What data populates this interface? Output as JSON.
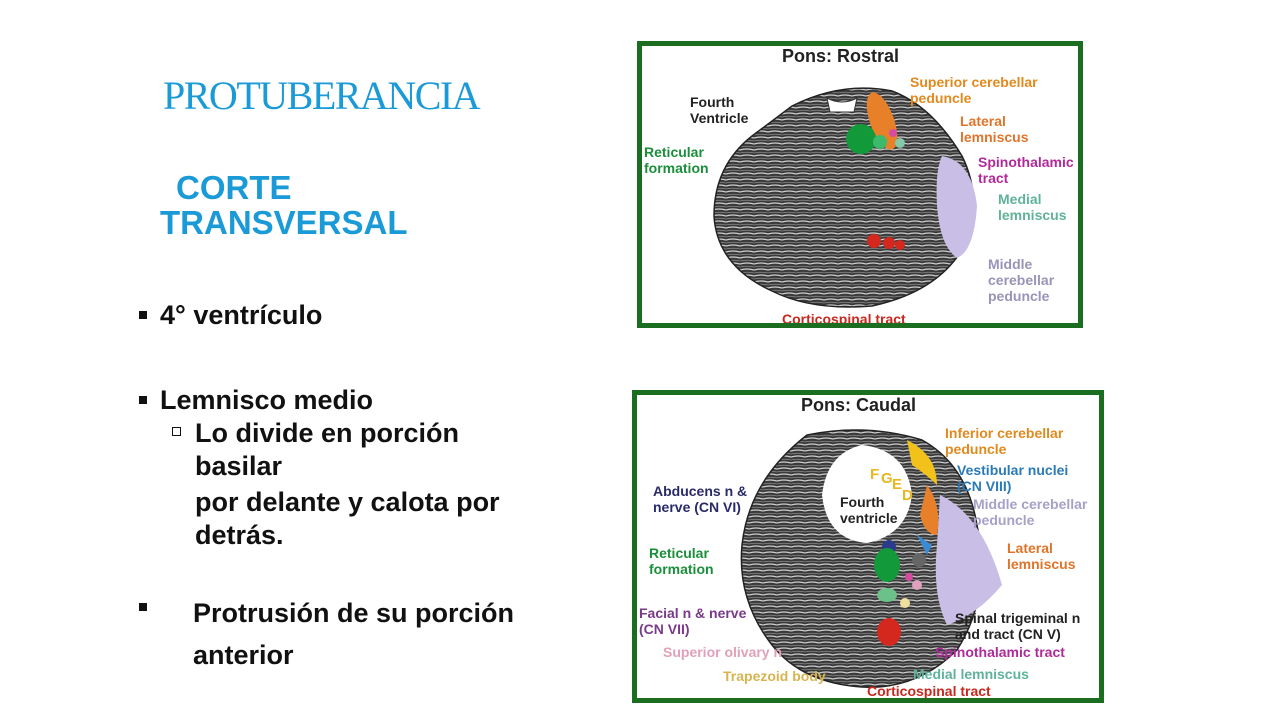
{
  "slide": {
    "title": "PROTUBERANCIA",
    "subtitle_line1": "CORTE",
    "subtitle_line2": "TRANSVERSAL",
    "bullets": [
      {
        "text": "4° ventrículo"
      },
      {
        "text": "Lemnisco medio"
      },
      {
        "text_l1": "Lo divide en porción",
        "text_l2": "basilar",
        "text_l3": "por delante y calota por",
        "text_l4": "detrás."
      },
      {
        "text_l1": "Protrusión de su porción",
        "text_l2": "anterior"
      }
    ],
    "colors": {
      "title": "#1a9ad6",
      "frame": "#1b6e1f"
    }
  },
  "figure_rostral": {
    "title": "Pons: Rostral",
    "labels": {
      "fourth_ventricle_l1": "Fourth",
      "fourth_ventricle_l2": "Ventricle",
      "reticular_l1": "Reticular",
      "reticular_l2": "formation",
      "scp_l1": "Superior cerebellar",
      "scp_l2": "peduncle",
      "lateral_l1": "Lateral",
      "lateral_l2": "lemniscus",
      "spinothalamic_l1": "Spinothalamic",
      "spinothalamic_l2": "tract",
      "medial_l1": "Medial",
      "medial_l2": "lemniscus",
      "mcp_l1": "Middle",
      "mcp_l2": "cerebellar",
      "mcp_l3": "peduncle",
      "corticospinal": "Corticospinal tract"
    }
  },
  "figure_caudal": {
    "title": "Pons: Caudal",
    "labels": {
      "icp_l1": "Inferior cerebellar",
      "icp_l2": "peduncle",
      "vestibular_l1": "Vestibular nuclei",
      "vestibular_l2": "(CN VIII)",
      "mcp_l1": "Middle cerebellar",
      "mcp_l2": "peduncle",
      "abducens_l1": "Abducens n &",
      "abducens_l2": "nerve (CN VI)",
      "fourth_ventricle_l1": "Fourth",
      "fourth_ventricle_l2": "ventricle",
      "reticular_l1": "Reticular",
      "reticular_l2": "formation",
      "lateral_l1": "Lateral",
      "lateral_l2": "lemniscus",
      "facial_l1": "Facial n & nerve",
      "facial_l2": "(CN VII)",
      "spinal_trig_l1": "Spinal trigeminal n",
      "spinal_trig_l2": "and tract (CN V)",
      "superior_olivary": "Superior olivary n",
      "spinothalamic": "Spinothalamic tract",
      "trapezoid": "Trapezoid body",
      "medial_lemniscus": "Medial lemniscus",
      "corticospinal": "Corticospinal tract",
      "letters": [
        "F",
        "G",
        "E",
        "D"
      ]
    }
  }
}
